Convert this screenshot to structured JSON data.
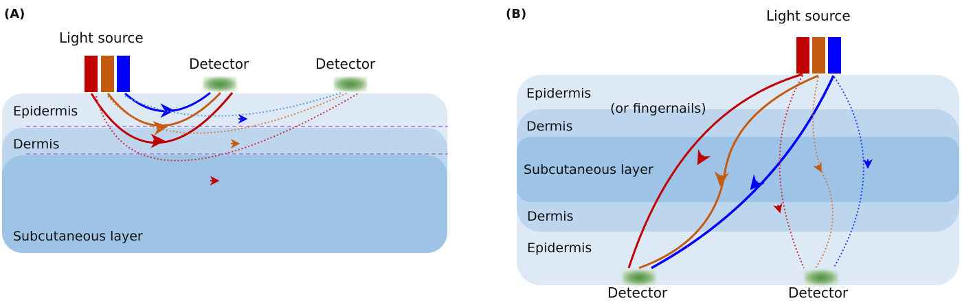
{
  "panel_a": {
    "label": "(A)",
    "light_source_label": "Light source",
    "detector_near_label": "Detector",
    "detector_far_label": "Detector",
    "layers": {
      "epidermis": "Epidermis",
      "dermis": "Dermis",
      "subcutaneous": "Subcutaneous layer"
    }
  },
  "panel_b": {
    "label": "(B)",
    "light_source_label": "Light source",
    "detector_left_label": "Detector",
    "detector_right_label": "Detector",
    "layers": {
      "epidermis_top": "Epidermis",
      "fingernails_note": "(or fingernails)",
      "dermis_top": "Dermis",
      "subcutaneous": "Subcutaneous layer",
      "dermis_bottom": "Dermis",
      "epidermis_bottom": "Epidermis"
    }
  },
  "colors": {
    "red": "#c00000",
    "orange": "#c55a11",
    "blue": "#0000ff",
    "red_dotted": "#d0283c",
    "orange_dotted": "#d97b3a",
    "blue_dotted_a": "#5b9bd5",
    "blue_dotted_b": "#1f3bff",
    "epidermis": "#dde9f5",
    "dermis": "#bdd6ee",
    "subcutaneous": "#9dc3e6",
    "boundary": "#9966cc",
    "detector": "#5a9a46"
  }
}
